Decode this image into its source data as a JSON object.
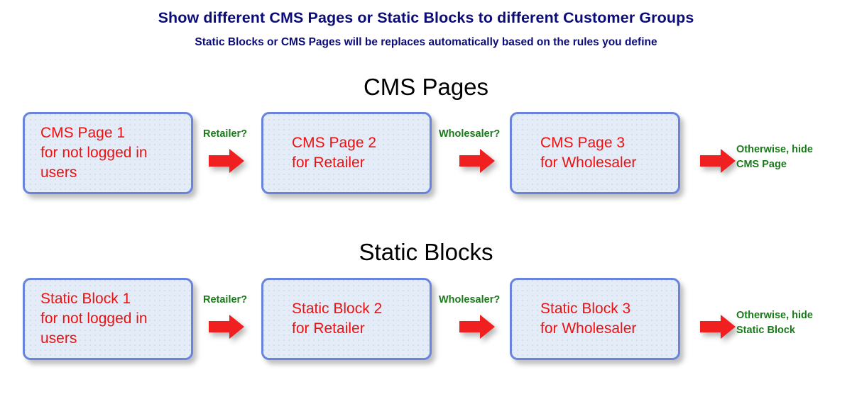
{
  "header": {
    "title": "Show different CMS Pages or Static Blocks to different Customer Groups",
    "subtitle": "Static Blocks or CMS Pages will be replaces automatically based on the rules you define",
    "title_color": "#0b0b7a"
  },
  "colors": {
    "box_fill": "#e4ecf7",
    "box_border": "#6a84dd",
    "box_text": "#ee1111",
    "label_green": "#1a7a1a",
    "arrow_red": "#f02020",
    "heading_black": "#000000"
  },
  "icons": {
    "arrow": "right-arrow-icon"
  },
  "sections": [
    {
      "id": "cms",
      "heading": "CMS Pages",
      "boxes": [
        {
          "text": "CMS Page 1\nfor not logged in\nusers"
        },
        {
          "text": "CMS Page 2\nfor Retailer"
        },
        {
          "text": "CMS Page 3\nfor Wholesaler"
        }
      ],
      "conditions": [
        {
          "label": "Retailer?"
        },
        {
          "label": "Wholesaler?"
        }
      ],
      "otherwise": "Otherwise, hide\nCMS Page"
    },
    {
      "id": "static",
      "heading": "Static Blocks",
      "boxes": [
        {
          "text": "Static Block 1\nfor not logged in\nusers"
        },
        {
          "text": "Static Block 2\nfor Retailer"
        },
        {
          "text": "Static Block 3\nfor Wholesaler"
        }
      ],
      "conditions": [
        {
          "label": "Retailer?"
        },
        {
          "label": "Wholesaler?"
        }
      ],
      "otherwise": "Otherwise, hide\nStatic Block"
    }
  ]
}
